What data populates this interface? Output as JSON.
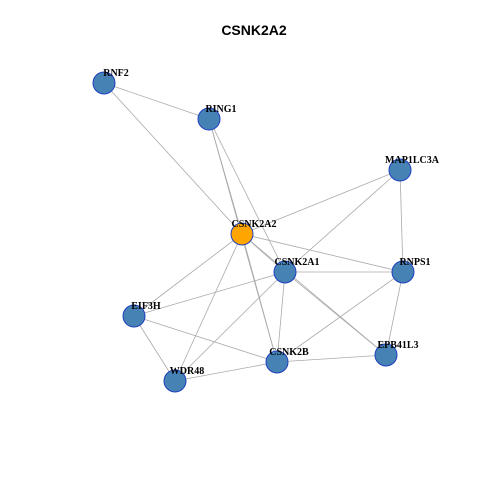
{
  "title": "CSNK2A2",
  "colors": {
    "hub": "#FFA500",
    "node": "#4682B4",
    "node_border": "#1f3fbf",
    "edge": "#aaaaaa"
  },
  "nodes": [
    {
      "id": "RNF2",
      "label": "RNF2",
      "hub": false
    },
    {
      "id": "RING1",
      "label": "RING1",
      "hub": false
    },
    {
      "id": "MAP1LC3A",
      "label": "MAP1LC3A",
      "hub": false
    },
    {
      "id": "CSNK2A2",
      "label": "CSNK2A2",
      "hub": true
    },
    {
      "id": "CSNK2A1",
      "label": "CSNK2A1",
      "hub": false
    },
    {
      "id": "RNPS1",
      "label": "RNPS1",
      "hub": false
    },
    {
      "id": "EIF3H",
      "label": "EIF3H",
      "hub": false
    },
    {
      "id": "EPB41L3",
      "label": "EPB41L3",
      "hub": false
    },
    {
      "id": "CSNK2B",
      "label": "CSNK2B",
      "hub": false
    },
    {
      "id": "WDR48",
      "label": "WDR48",
      "hub": false
    }
  ],
  "edges": [
    [
      "RNF2",
      "RING1"
    ],
    [
      "RNF2",
      "CSNK2A2"
    ],
    [
      "RING1",
      "CSNK2A2"
    ],
    [
      "RING1",
      "CSNK2A1"
    ],
    [
      "RING1",
      "CSNK2B"
    ],
    [
      "MAP1LC3A",
      "CSNK2A2"
    ],
    [
      "MAP1LC3A",
      "CSNK2A1"
    ],
    [
      "MAP1LC3A",
      "RNPS1"
    ],
    [
      "CSNK2A2",
      "CSNK2A1"
    ],
    [
      "CSNK2A2",
      "RNPS1"
    ],
    [
      "CSNK2A2",
      "EIF3H"
    ],
    [
      "CSNK2A2",
      "EPB41L3"
    ],
    [
      "CSNK2A2",
      "CSNK2B"
    ],
    [
      "CSNK2A2",
      "WDR48"
    ],
    [
      "CSNK2A1",
      "RNPS1"
    ],
    [
      "CSNK2A1",
      "EIF3H"
    ],
    [
      "CSNK2A1",
      "EPB41L3"
    ],
    [
      "CSNK2A1",
      "CSNK2B"
    ],
    [
      "CSNK2A1",
      "WDR48"
    ],
    [
      "RNPS1",
      "CSNK2B"
    ],
    [
      "RNPS1",
      "EPB41L3"
    ],
    [
      "EIF3H",
      "CSNK2B"
    ],
    [
      "EIF3H",
      "WDR48"
    ],
    [
      "CSNK2B",
      "EPB41L3"
    ],
    [
      "CSNK2B",
      "WDR48"
    ]
  ]
}
